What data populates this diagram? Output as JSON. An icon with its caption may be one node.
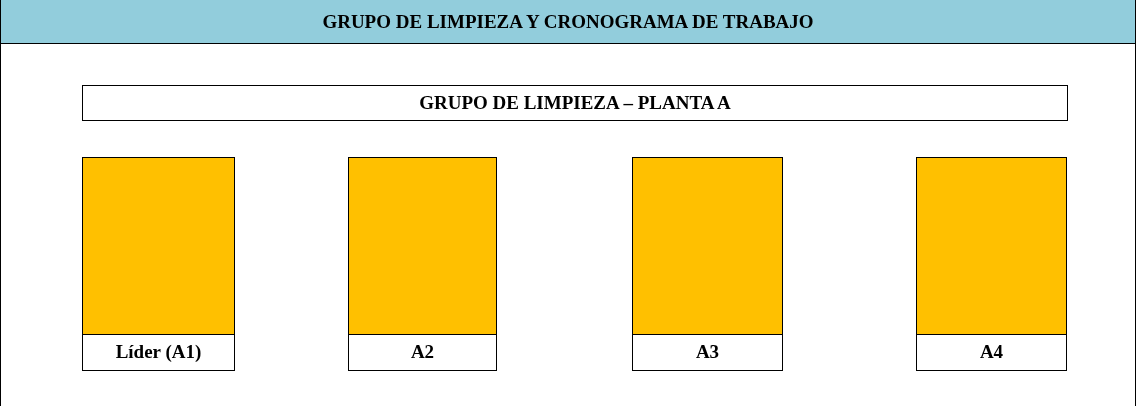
{
  "diagram": {
    "nodes": [
      {
        "text": [
          "GRUPO DE LIMPIEZA Y CRONOGRAMA DE TRABAJO"
        ]
      },
      {
        "text": [
          "GRUPO DE LIMPIEZA – PLANTA A"
        ],
        "in": 0
      },
      {
        "text": [
          "Líder (A1)"
        ],
        "in": 0
      },
      {
        "text": [
          "A2"
        ],
        "in": 0
      },
      {
        "text": [
          "A3"
        ],
        "in": 0
      },
      {
        "text": [
          "A4"
        ],
        "in": 0
      }
    ]
  }
}
